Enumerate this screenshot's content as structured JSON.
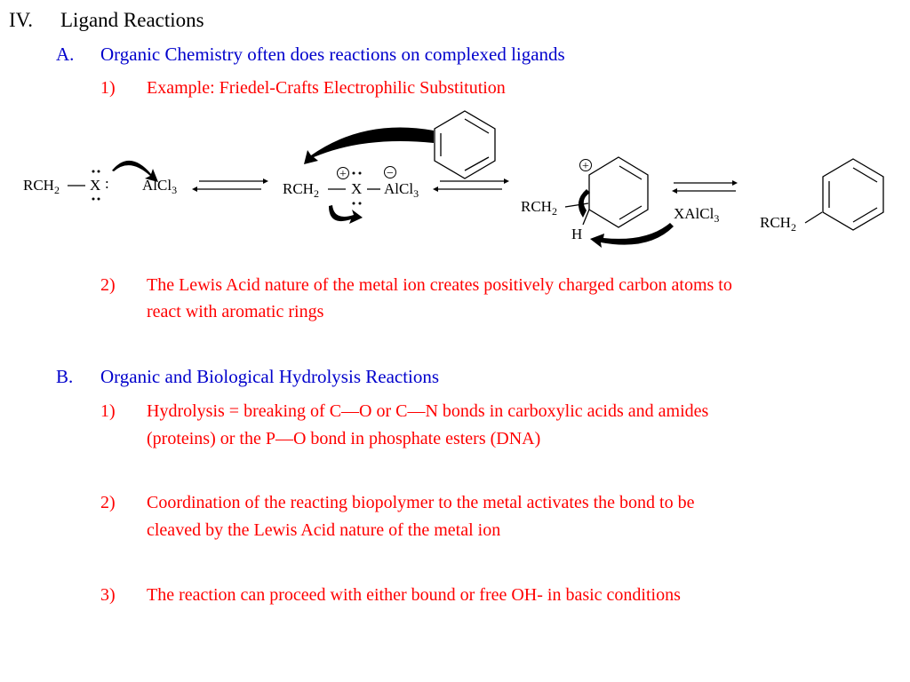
{
  "heading": {
    "number": "IV.",
    "title": "Ligand Reactions"
  },
  "section_a": {
    "letter": "A.",
    "title": "Organic Chemistry often does reactions on complexed ligands",
    "items": [
      {
        "num": "1)",
        "lines": [
          "Example: Friedel-Crafts Electrophilic Substitution"
        ]
      },
      {
        "num": "2)",
        "lines": [
          "The Lewis Acid nature of the metal ion creates positively charged carbon atoms to",
          "react with aromatic rings"
        ]
      }
    ]
  },
  "section_b": {
    "letter": "B.",
    "title": "Organic and Biological Hydrolysis Reactions",
    "items": [
      {
        "num": "1)",
        "lines": [
          "Hydrolysis = breaking of C—O or C—N bonds in carboxylic acids and amides",
          "(proteins) or the P—O bond in phosphate esters (DNA)"
        ]
      },
      {
        "num": "2)",
        "lines": [
          "Coordination of the reacting biopolymer to the metal activates the bond to be",
          "cleaved by the Lewis Acid nature of the metal ion"
        ]
      },
      {
        "num": "3)",
        "lines": [
          "The reaction can proceed with either bound or free OH- in basic conditions"
        ]
      }
    ]
  },
  "scheme": {
    "rch": "RCH",
    "sub2": "2",
    "x": "X",
    "al": "AlCl",
    "sub3": "3",
    "xal": "XAlCl",
    "h": "H",
    "plus": "+",
    "minus": "−",
    "lone_pair": ":"
  }
}
